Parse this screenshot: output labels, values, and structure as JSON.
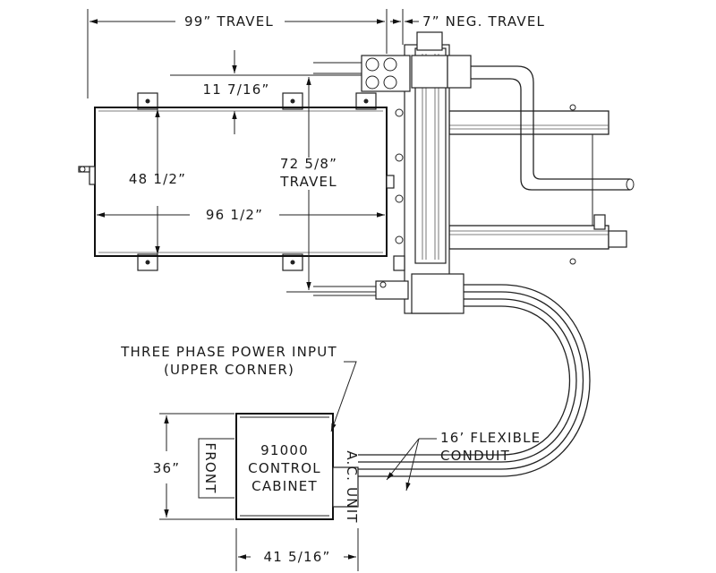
{
  "dimensions": {
    "travel_x": "99” TRAVEL",
    "neg_travel": "7” NEG. TRAVEL",
    "offset": "11 7/16”",
    "table_width": "48 1/2”",
    "travel_y_value": "72 5/8”",
    "travel_y_label": "TRAVEL",
    "table_length": "96 1/2”",
    "cabinet_depth": "36”",
    "cabinet_width": "41 5/16”"
  },
  "callouts": {
    "power_line1": "THREE PHASE POWER INPUT",
    "power_line2": "(UPPER CORNER)",
    "conduit_line1": "16’ FLEXIBLE",
    "conduit_line2": "CONDUIT"
  },
  "cabinet": {
    "line1": "91000",
    "line2": "CONTROL",
    "line3": "CABINET",
    "front_label": "FRONT",
    "ac_unit": "A.C. UNIT"
  }
}
